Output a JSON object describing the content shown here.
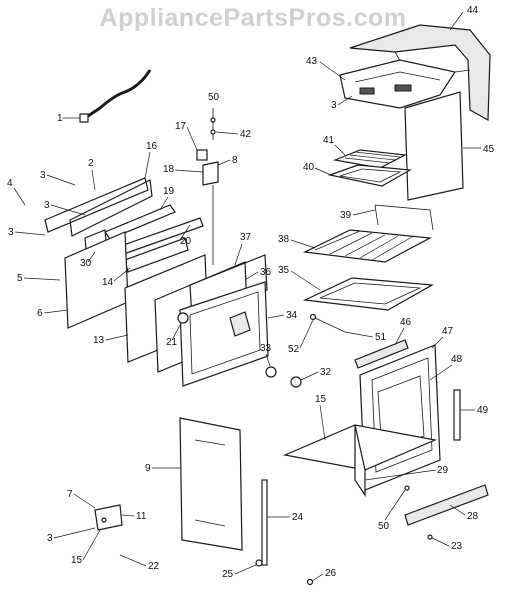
{
  "watermark": "AppliancePartsPros.com",
  "callouts": [
    "1",
    "2",
    "3",
    "3",
    "3",
    "3",
    "4",
    "5",
    "6",
    "7",
    "8",
    "9",
    "11",
    "13",
    "14",
    "15",
    "15",
    "16",
    "17",
    "18",
    "19",
    "20",
    "21",
    "22",
    "23",
    "24",
    "25",
    "26",
    "28",
    "29",
    "30",
    "32",
    "33",
    "34",
    "35",
    "36",
    "37",
    "38",
    "39",
    "40",
    "41",
    "42",
    "43",
    "44",
    "45",
    "46",
    "47",
    "48",
    "49",
    "50",
    "50",
    "51",
    "52"
  ]
}
